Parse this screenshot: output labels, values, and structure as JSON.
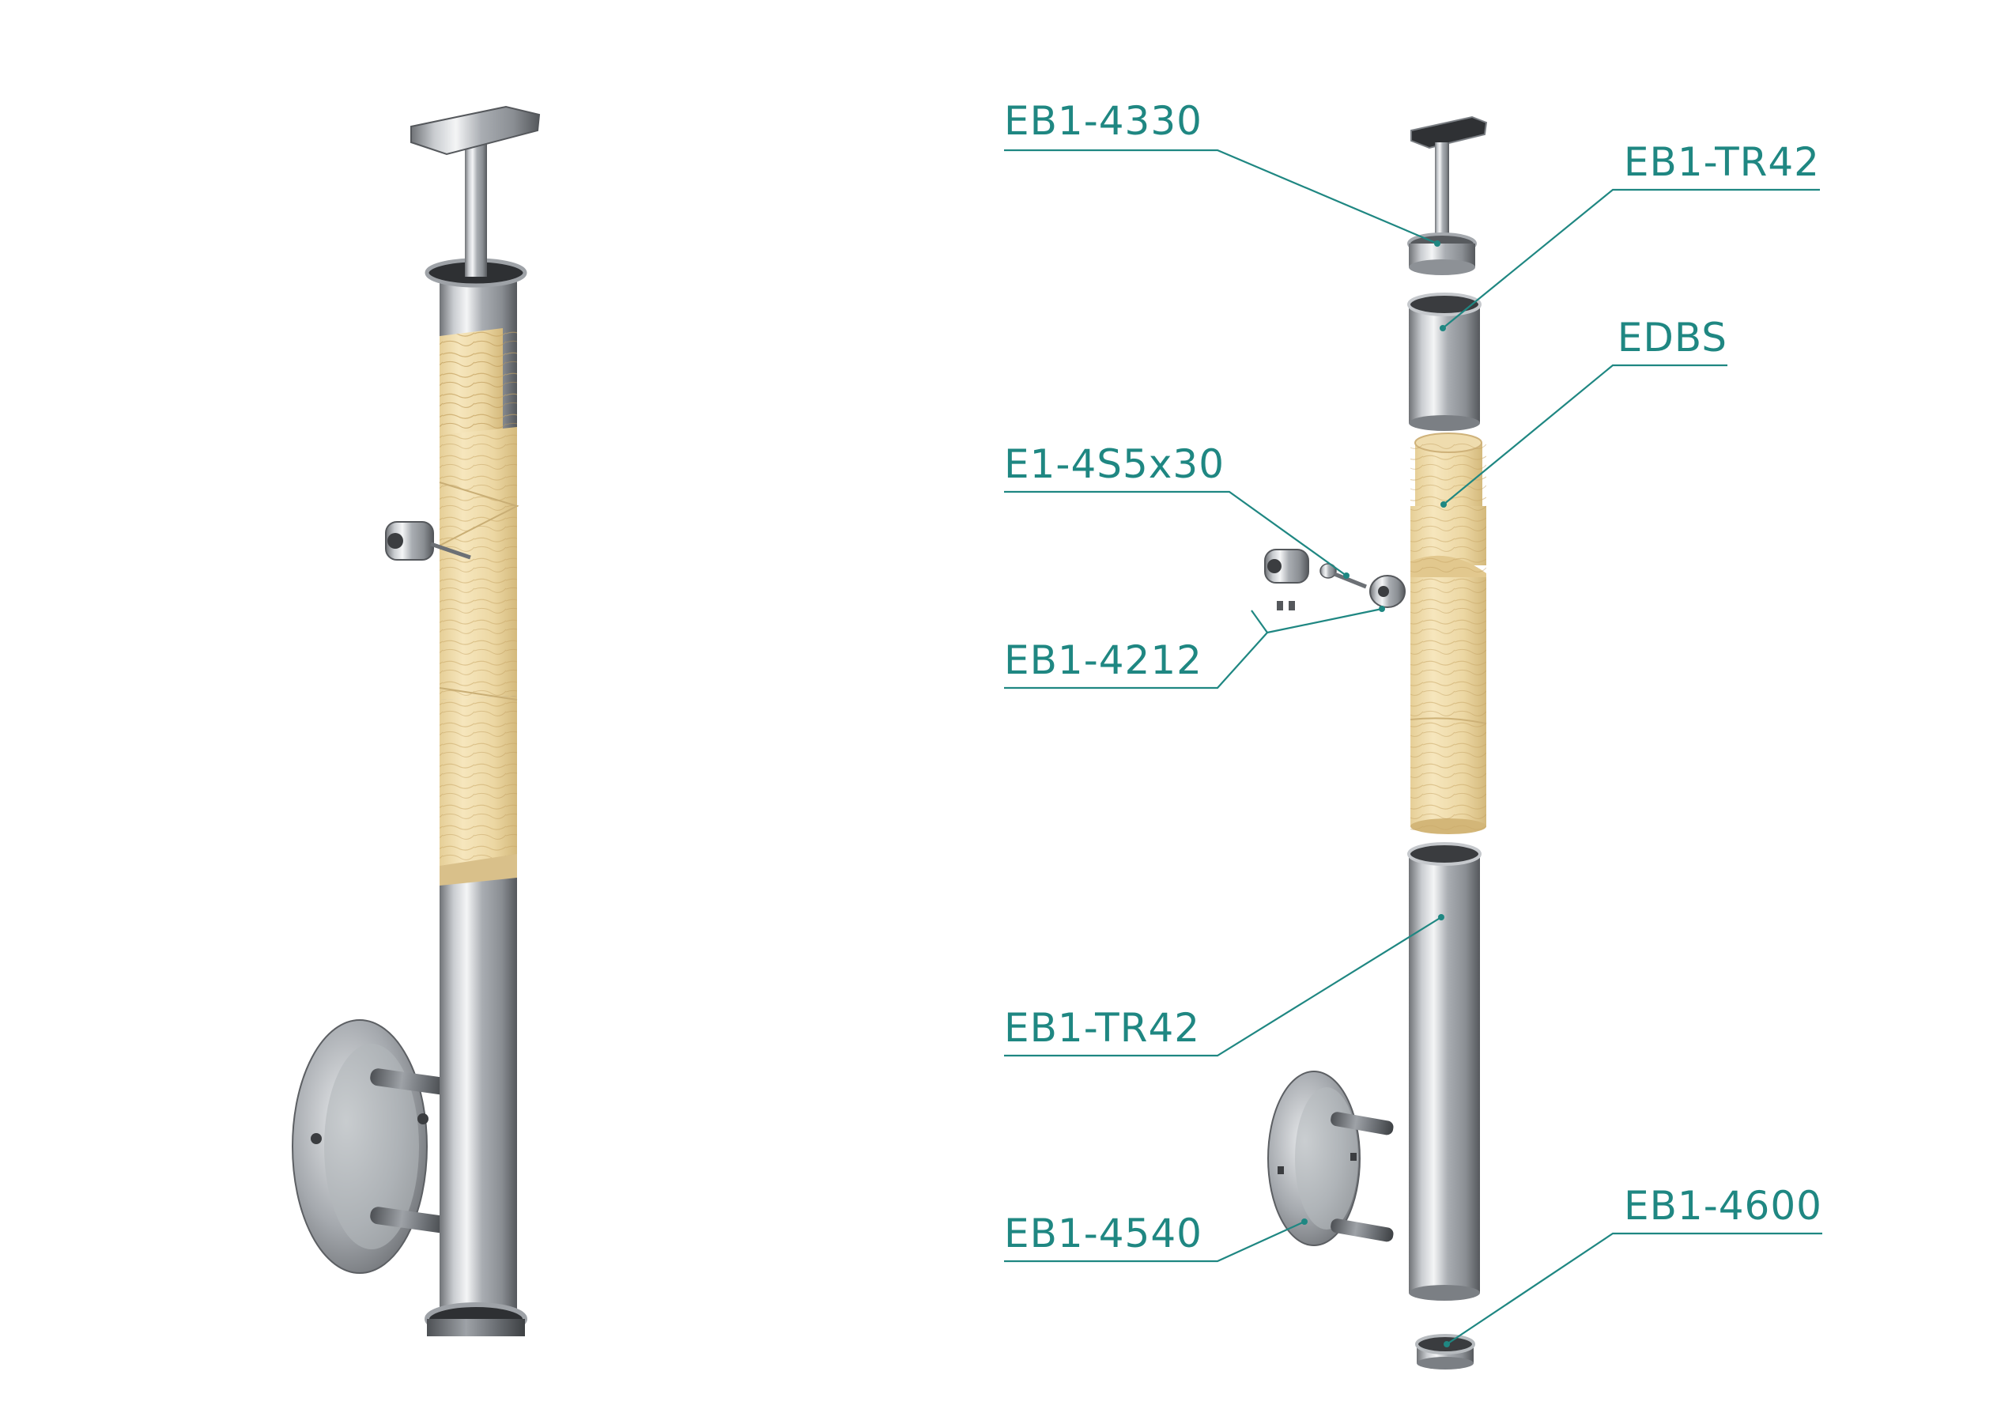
{
  "diagram": {
    "accent_color": "#1f8782",
    "labels": [
      {
        "id": "top-eb1-4330",
        "text": "EB1-4330"
      },
      {
        "id": "tube-top-eb1-tr42",
        "text": "EB1-TR42"
      },
      {
        "id": "wood-edbs",
        "text": "EDBS"
      },
      {
        "id": "screw-e1-4s5x30",
        "text": "E1-4S5x30"
      },
      {
        "id": "clamp-eb1-4212",
        "text": "EB1-4212"
      },
      {
        "id": "tube-bottom-eb1-tr42",
        "text": "EB1-TR42"
      },
      {
        "id": "flange-eb1-4540",
        "text": "EB1-4540"
      },
      {
        "id": "cap-eb1-4600",
        "text": "EB1-4600"
      }
    ]
  }
}
